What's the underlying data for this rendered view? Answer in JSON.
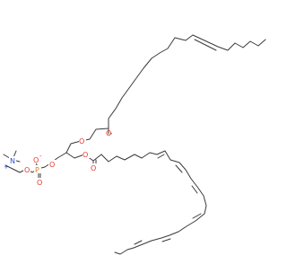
{
  "diagram": {
    "colors": {
      "bond": "#3a3a3a",
      "oxygen": "#e8352b",
      "phosphorus": "#e07d1d",
      "nitrogen": "#3050d8",
      "background": "#ffffff"
    },
    "atoms": {
      "ester_o_top": "O",
      "carbonyl_o_top": "O",
      "ester_o_mid": "O",
      "carbonyl_o_mid": "O",
      "phosphate_o_minus": "O",
      "phosphate_o_minus_charge": "-",
      "phosphorus": "P",
      "phosphate_o_left": "O",
      "phosphate_o_right": "O",
      "phosphate_o_double": "O",
      "nitrogen": "N",
      "nitrogen_charge": "+"
    }
  }
}
